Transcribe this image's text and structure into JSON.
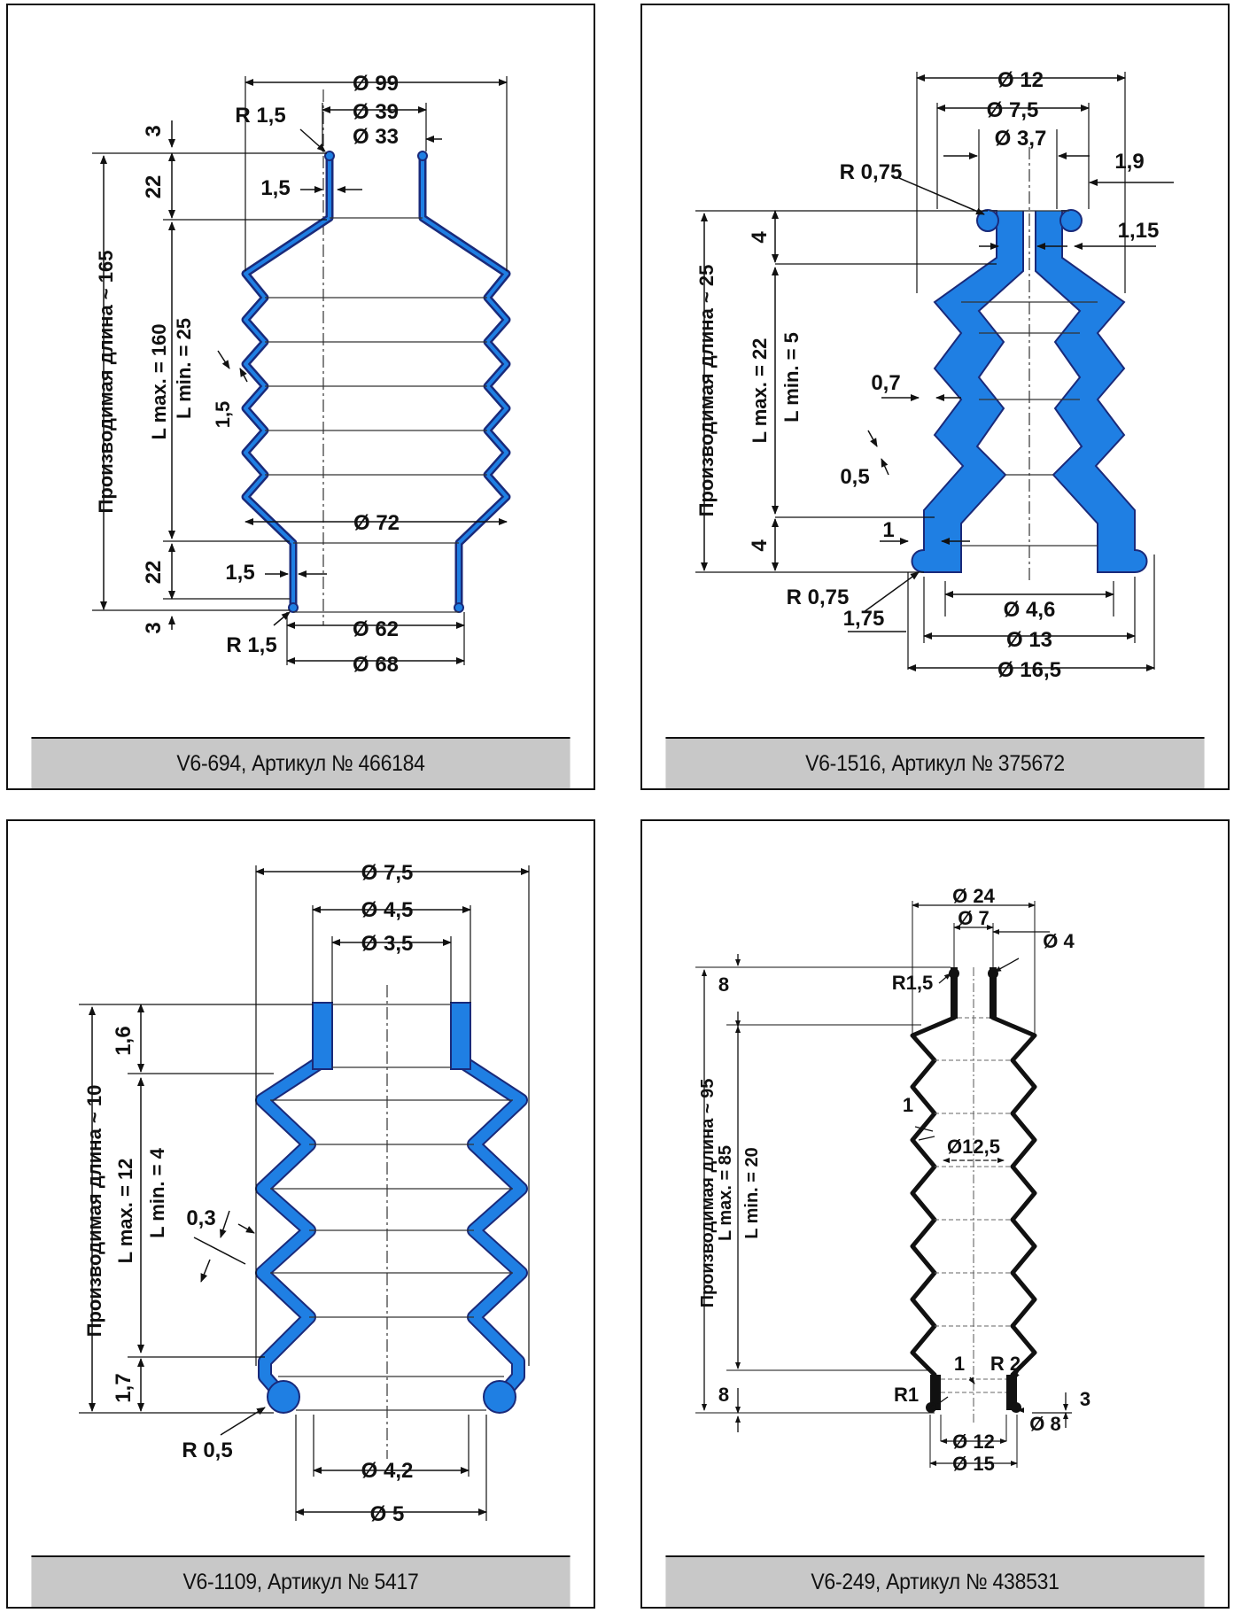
{
  "colors": {
    "part_fill": "#1f7fe3",
    "part_outline": "#1a2a7a",
    "dark_part": "#111111",
    "caption_bg": "#c8c8c8"
  },
  "panels": [
    {
      "caption": "V6-694, Артикул № 466184",
      "labels": {
        "d99": "Ø 99",
        "d39": "Ø 39",
        "d33": "Ø 33",
        "r15_top": "R 1,5",
        "t15_top": "1,5",
        "dim3_top": "3",
        "dim22_top": "22",
        "dim22_bot": "22",
        "dim3_bot": "3",
        "len": "Производимая длина ~ 165",
        "lmax": "L max. = 160",
        "lmin": "L min. = 25",
        "wall": "1,5",
        "d72": "Ø 72",
        "t15_bot": "1,5",
        "d62": "Ø 62",
        "d68": "Ø 68",
        "r15_bot": "R 1,5"
      }
    },
    {
      "caption": "V6-1516, Артикул № 375672",
      "labels": {
        "d12": "Ø 12",
        "d75": "Ø 7,5",
        "d37": "Ø 3,7",
        "r075_top": "R 0,75",
        "dim19": "1,9",
        "dim115": "1,15",
        "dim4_top": "4",
        "dim4_bot": "4",
        "len": "Производимая длина ~ 25",
        "lmax": "L max. = 22",
        "lmin": "L min. = 5",
        "dim07": "0,7",
        "dim05": "0,5",
        "dim1": "1",
        "r075_bot": "R 0,75",
        "dim175": "1,75",
        "d46": "Ø 4,6",
        "d13": "Ø 13",
        "d165": "Ø 16,5"
      }
    },
    {
      "caption": "V6-1109, Артикул № 5417",
      "labels": {
        "d75": "Ø 7,5",
        "d45": "Ø 4,5",
        "d35": "Ø 3,5",
        "dim16": "1,6",
        "dim17": "1,7",
        "len": "Производимая длина ~ 10",
        "lmax": "L max. = 12",
        "lmin": "L min. = 4",
        "dim03": "0,3",
        "r05": "R 0,5",
        "d42": "Ø 4,2",
        "d5": "Ø 5"
      }
    },
    {
      "caption": "V6-249, Артикул № 438531",
      "labels": {
        "d24": "Ø 24",
        "d7": "Ø 7",
        "d4": "Ø 4",
        "dim8_top": "8",
        "r15": "R1,5",
        "dim1_wall": "1",
        "d125": "Ø12,5",
        "len": "Производимая длина ~ 95",
        "lmax": "L max. = 85",
        "lmin": "L min. = 20",
        "dim1_bot": "1",
        "r2": "R 2",
        "dim3": "3",
        "r1": "R1",
        "dim8_bot": "8",
        "d8": "Ø 8",
        "d12": "Ø 12",
        "d15": "Ø 15"
      }
    }
  ]
}
